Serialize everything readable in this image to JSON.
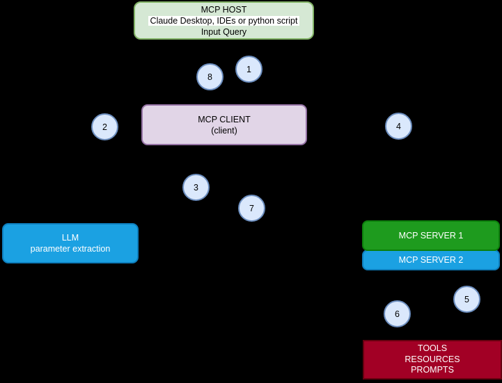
{
  "host": {
    "title": "MCP HOST",
    "subtitle": "Claude Desktop, IDEs or python script",
    "query": "Input Query"
  },
  "client": {
    "title": "MCP CLIENT",
    "subtitle": "(client)"
  },
  "llm": {
    "title": "LLM",
    "subtitle": "parameter extraction"
  },
  "servers": [
    {
      "label": "MCP SERVER 1"
    },
    {
      "label": "MCP SERVER 2"
    }
  ],
  "tools": {
    "line1": "TOOLS",
    "line2": "RESOURCES",
    "line3": "PROMPTS"
  },
  "steps": [
    {
      "label": "1"
    },
    {
      "label": "2"
    },
    {
      "label": "3"
    },
    {
      "label": "4"
    },
    {
      "label": "5"
    },
    {
      "label": "6"
    },
    {
      "label": "7"
    },
    {
      "label": "8"
    }
  ],
  "colors": {
    "background": "#000000",
    "host_fill": "#D5E8D4",
    "host_border": "#82B366",
    "client_fill": "#E1D5E7",
    "client_border": "#9673A6",
    "blue_fill": "#1BA1E2",
    "green_fill": "#1E9B1E",
    "red_fill": "#A20025",
    "circle_fill": "#DAE8FC",
    "circle_border": "#6C8EBF"
  }
}
